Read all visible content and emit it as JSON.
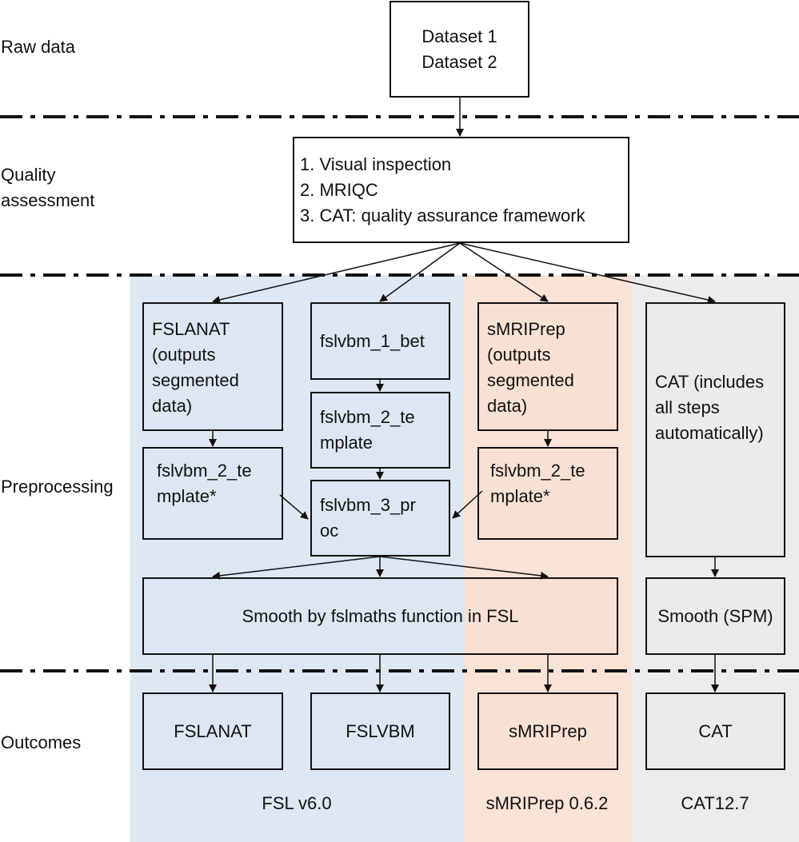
{
  "colors": {
    "fsl_band": "#dde8f4",
    "smriprep_band": "#f9e2d6",
    "cat_band": "#ececec",
    "fsl_box": "#dce7f3",
    "smriprep_box": "#f8e1d3",
    "cat_box": "#ebebeb",
    "divider": "#111111"
  },
  "stages": {
    "raw": "Raw data",
    "quality": "Quality\nassessment",
    "preprocessing": "Preprocessing",
    "outcomes": "Outcomes"
  },
  "raw_box": {
    "lines": [
      "Dataset 1",
      "Dataset 2"
    ]
  },
  "qa_box": {
    "lines": [
      "1. Visual inspection",
      "2. MRIQC",
      "3. CAT: quality assurance framework"
    ]
  },
  "preproc": {
    "fslanat": "FSLANAT\n(outputs\nsegmented\ndata)",
    "fslanat_template": "fslvbm_2_te\nmplate*",
    "bet": "fslvbm_1_bet",
    "template": "fslvbm_2_te\nmplate",
    "proc": "fslvbm_3_pr\noc",
    "smriprep": "sMRIPrep\n(outputs\nsegmented\ndata)",
    "smriprep_template": "fslvbm_2_te\nmplate*",
    "cat": "CAT (includes\nall steps\nautomatically)",
    "smooth_fsl": "Smooth by fslmaths function in FSL",
    "smooth_spm": "Smooth (SPM)"
  },
  "outcomes": {
    "fslanat": "FSLANAT",
    "fslvbm": "FSLVBM",
    "smriprep": "sMRIPrep",
    "cat": "CAT"
  },
  "tools": {
    "fsl": "FSL v6.0",
    "smriprep": "sMRIPrep 0.6.2",
    "cat": "CAT12.7"
  }
}
